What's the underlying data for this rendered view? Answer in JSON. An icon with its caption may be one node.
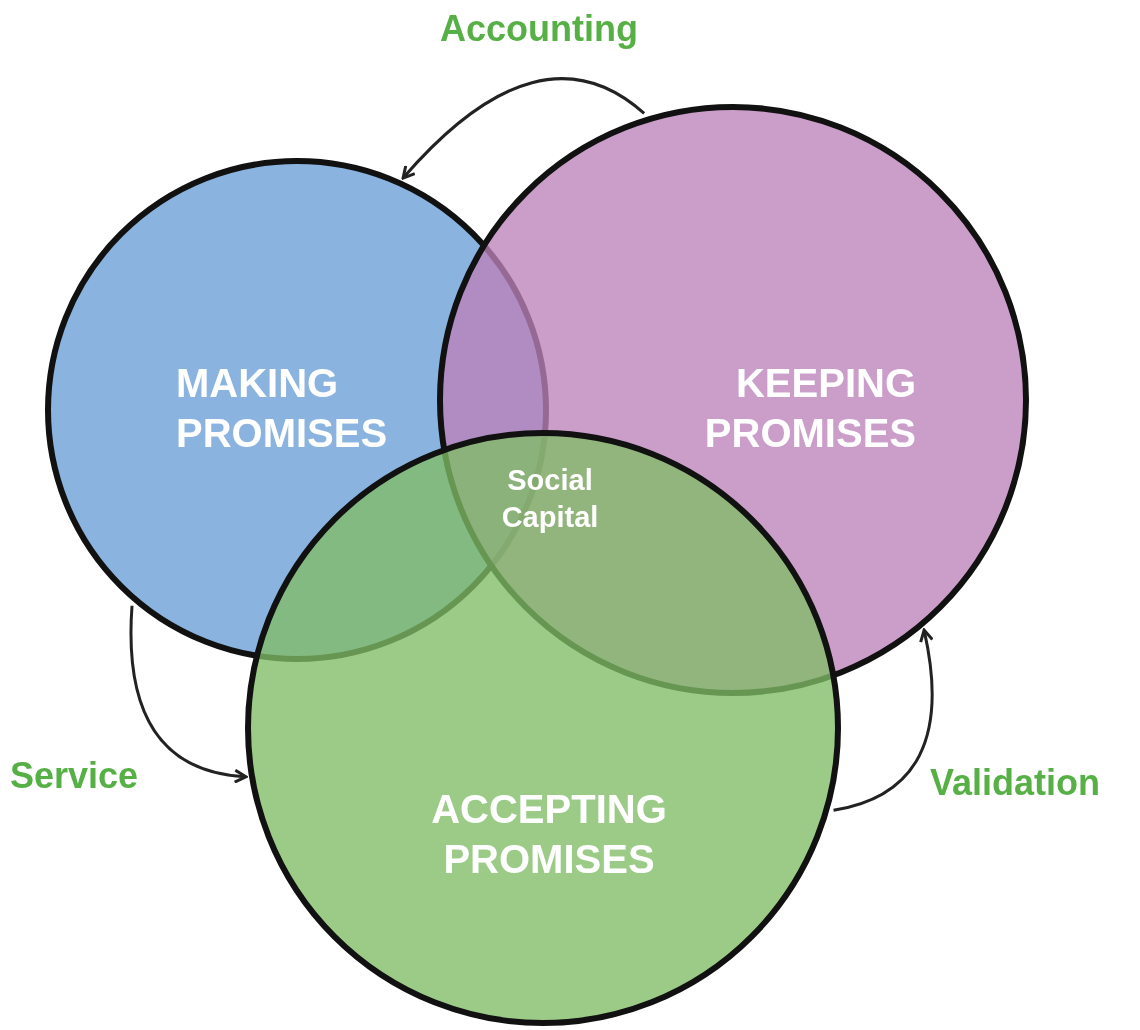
{
  "diagram": {
    "nodes": [
      {
        "text": [
          "MAKING PROMISES"
        ]
      },
      {
        "text": [
          "KEEPING PROMISES"
        ]
      },
      {
        "text": [
          "ACCEPTING PROMISES"
        ]
      }
    ],
    "edges": [
      {
        "from": 1,
        "to": 0,
        "arrow": "to",
        "label": "Accounting"
      },
      {
        "from": 0,
        "to": 2,
        "arrow": "to",
        "label": "Service"
      },
      {
        "from": 2,
        "to": 1,
        "arrow": "to",
        "label": "Validation"
      }
    ],
    "labels": [
      "Social Capital"
    ]
  }
}
